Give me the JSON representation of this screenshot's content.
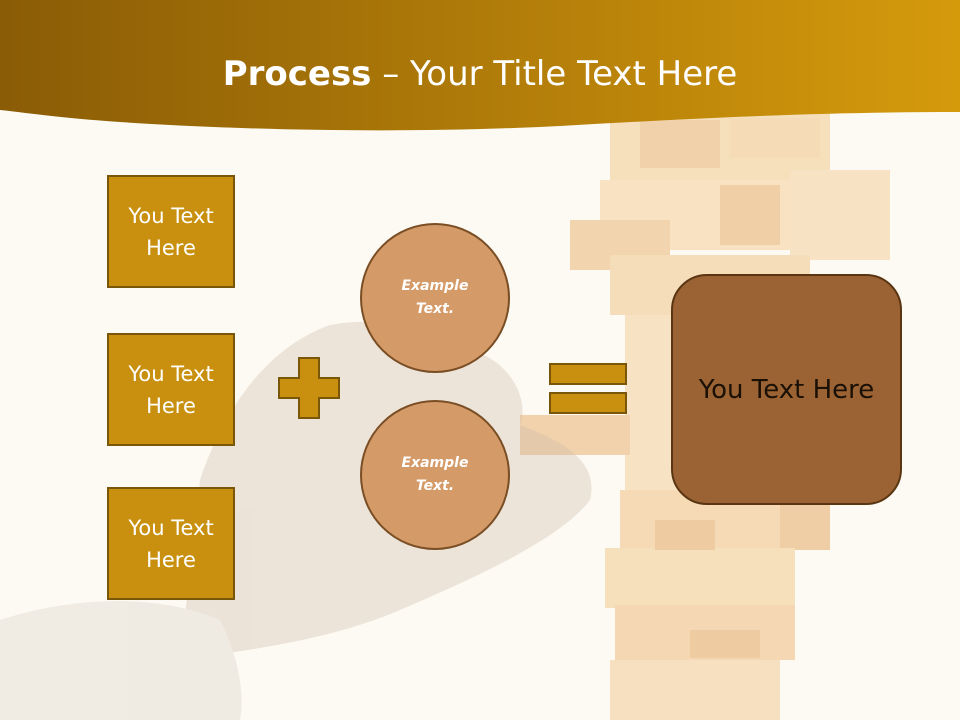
{
  "slide": {
    "title_bold": "Process",
    "title_rest": " – Your Title Text Here",
    "left_boxes": [
      {
        "line1": "You Text",
        "line2": "Here"
      },
      {
        "line1": "You Text",
        "line2": "Here"
      },
      {
        "line1": "You Text",
        "line2": "Here"
      }
    ],
    "circles": [
      {
        "line1": "Example",
        "line2": "Text."
      },
      {
        "line1": "Example",
        "line2": "Text."
      }
    ],
    "result_text": "You Text Here"
  },
  "colors": {
    "header_dark": "#8a5c06",
    "header_light": "#d59a0c",
    "box_fill": "#c8900e",
    "circle_fill": "#d49a68",
    "result_fill": "#9b6333",
    "background": "#fdfaf3"
  },
  "icons": [
    "plus-icon",
    "equals-icon"
  ]
}
